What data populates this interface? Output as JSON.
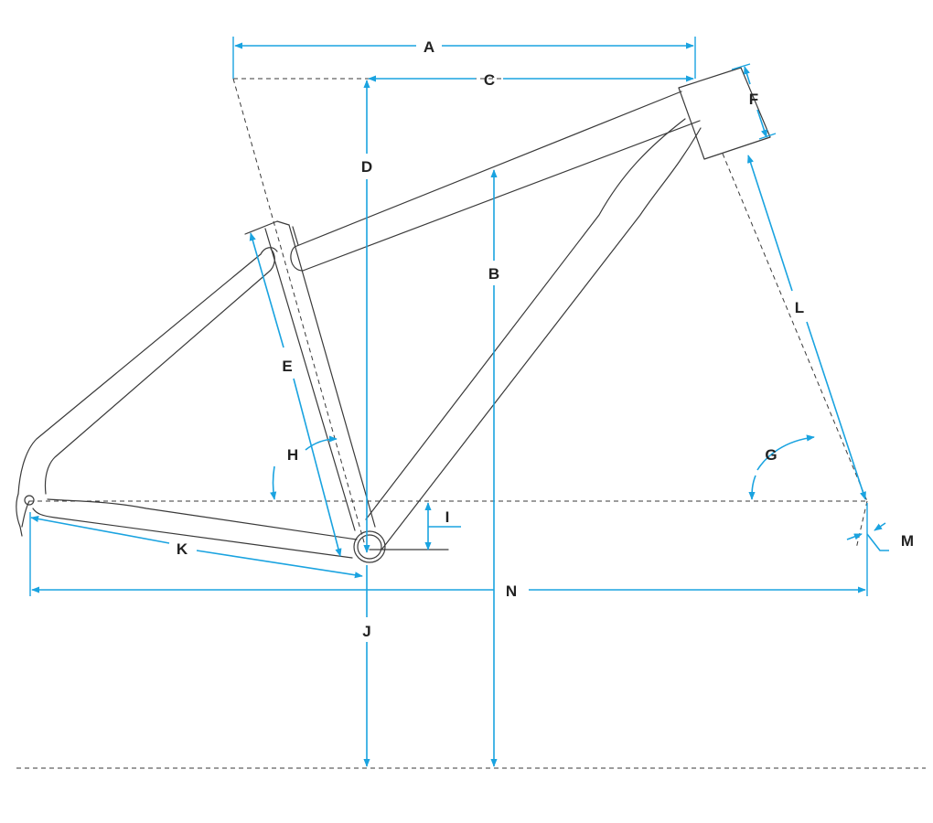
{
  "colors": {
    "frame": "#3a3a3a",
    "dimension": "#1aa3e0",
    "label": "#222222",
    "background": "#ffffff"
  },
  "labels": {
    "A": "A",
    "B": "B",
    "C": "C",
    "D": "D",
    "E": "E",
    "F": "F",
    "G": "G",
    "H": "H",
    "I": "I",
    "J": "J",
    "K": "K",
    "L": "L",
    "M": "M",
    "N": "N"
  }
}
